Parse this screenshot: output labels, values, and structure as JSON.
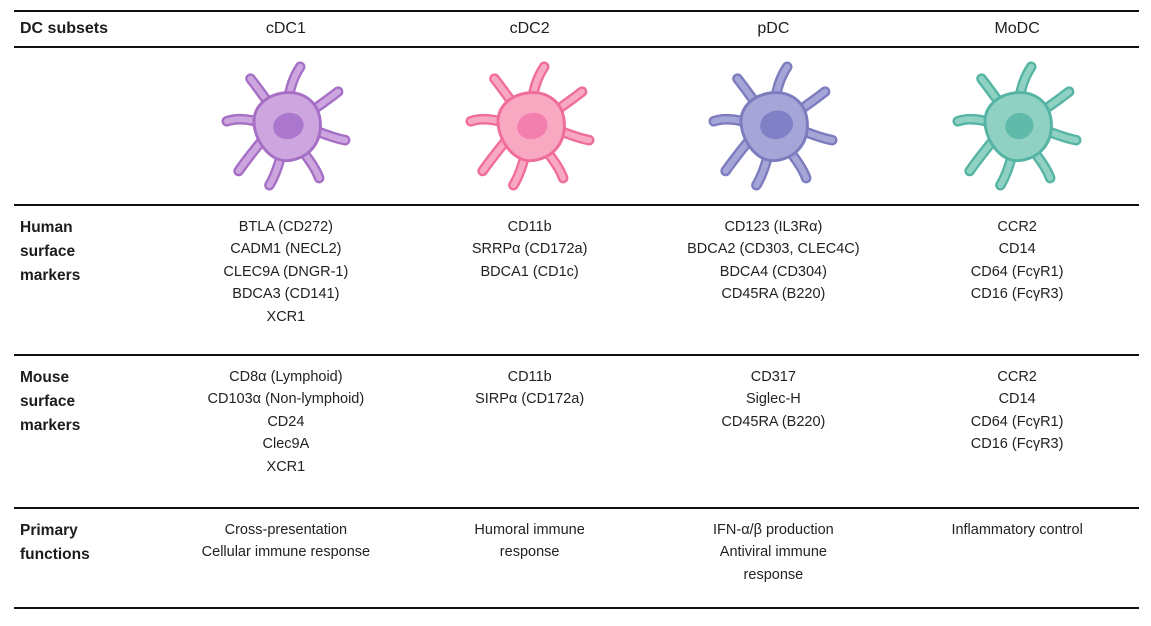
{
  "header": {
    "row_label": "DC subsets",
    "columns": [
      "cDC1",
      "cDC2",
      "pDC",
      "MoDC"
    ]
  },
  "cells": [
    {
      "name": "cDC1 dendritic cell",
      "body": "#cda6e0",
      "outline": "#a66fc6",
      "nucleus": "#aa77cd"
    },
    {
      "name": "cDC2 dendritic cell",
      "body": "#f9a8c1",
      "outline": "#ef6e99",
      "nucleus": "#f37fae"
    },
    {
      "name": "pDC dendritic cell",
      "body": "#a5a5d8",
      "outline": "#7c7cbe",
      "nucleus": "#8080c6"
    },
    {
      "name": "MoDC dendritic cell",
      "body": "#8fd2c4",
      "outline": "#55b4a3",
      "nucleus": "#5fbaaa"
    }
  ],
  "rows": [
    {
      "label": [
        "Human",
        "surface",
        "markers"
      ],
      "values": [
        [
          "BTLA (CD272)",
          "CADM1 (NECL2)",
          "CLEC9A (DNGR-1)",
          "BDCA3 (CD141)",
          "XCR1"
        ],
        [
          "CD11b",
          "SRRPα (CD172a)",
          "BDCA1 (CD1c)"
        ],
        [
          "CD123 (IL3Rα)",
          "BDCA2 (CD303, CLEC4C)",
          "BDCA4 (CD304)",
          "CD45RA (B220)"
        ],
        [
          "CCR2",
          "CD14",
          "CD64 (FcγR1)",
          "CD16 (FcγR3)"
        ]
      ]
    },
    {
      "label": [
        "Mouse",
        "surface",
        "markers"
      ],
      "values": [
        [
          "CD8α (Lymphoid)",
          "CD103α (Non-lymphoid)",
          "CD24",
          "Clec9A",
          "XCR1"
        ],
        [
          "CD11b",
          "SIRPα (CD172a)"
        ],
        [
          "CD317",
          "Siglec-H",
          "CD45RA (B220)"
        ],
        [
          "CCR2",
          "CD14",
          "CD64 (FcγR1)",
          "CD16 (FcγR3)"
        ]
      ]
    },
    {
      "label": [
        "Primary",
        "functions"
      ],
      "values": [
        [
          "Cross-presentation",
          "Cellular immune response"
        ],
        [
          "Humoral immune",
          "response"
        ],
        [
          "IFN-α/β production",
          "Antiviral immune",
          "response"
        ],
        [
          "Inflammatory control"
        ]
      ]
    }
  ]
}
